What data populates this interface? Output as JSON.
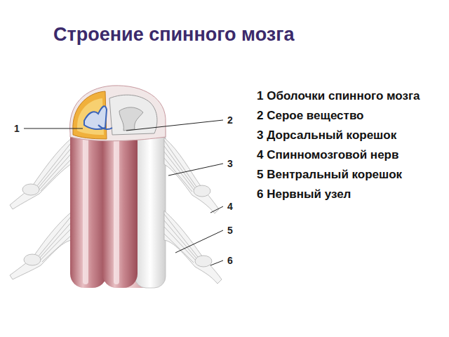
{
  "diagram": {
    "title": "Строение спинного мозга",
    "labels": [
      "1",
      "2",
      "3",
      "4",
      "5",
      "6",
      "1 Оболочки спинного мозга",
      "2 Серое вещество",
      "3 Дорсальный корешок",
      "4 Спинномозговой нерв",
      "5 Вентральный корешок",
      "6 Нервный узел"
    ]
  }
}
